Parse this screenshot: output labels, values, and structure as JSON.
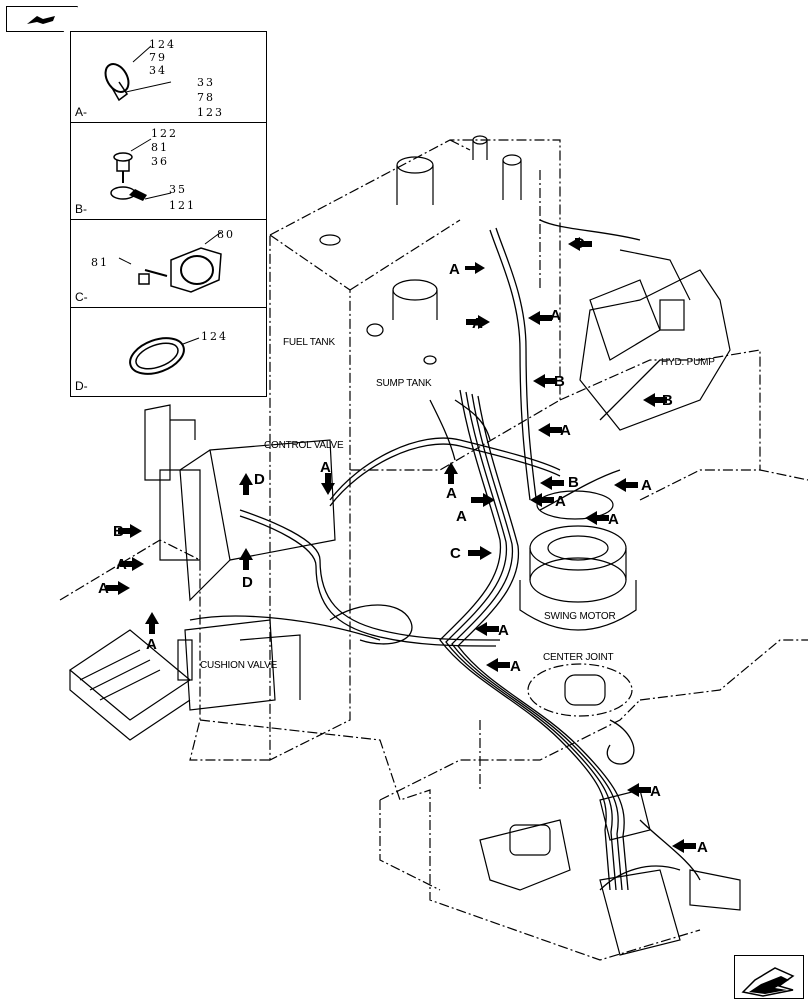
{
  "legend": {
    "panels": [
      {
        "tag": "A-",
        "numbers": [
          "124",
          "79",
          "34",
          "33",
          "78",
          "123"
        ]
      },
      {
        "tag": "B-",
        "numbers": [
          "122",
          "81",
          "36",
          "35",
          "121"
        ]
      },
      {
        "tag": "C-",
        "numbers": [
          "80",
          "81"
        ]
      },
      {
        "tag": "D-",
        "numbers": [
          "124"
        ]
      }
    ]
  },
  "labels": {
    "fuel_tank": "FUEL TANK",
    "sump_tank": "SUMP TANK",
    "hyd_pump": "HYD. PUMP",
    "control_valve": "CONTROL VALVE",
    "swing_motor": "SWING MOTOR",
    "center_joint": "CENTER JOINT",
    "cushion_valve": "CUSHION VALVE"
  },
  "callouts": [
    "A",
    "A",
    "A",
    "A",
    "A",
    "A",
    "A",
    "A",
    "A",
    "A",
    "A",
    "A",
    "A",
    "A",
    "A",
    "A",
    "A",
    "A",
    "A",
    "B",
    "B",
    "B",
    "B",
    "C",
    "D",
    "D",
    "D"
  ],
  "icons": {
    "prev": "prev-page-icon",
    "next": "next-page-icon"
  }
}
